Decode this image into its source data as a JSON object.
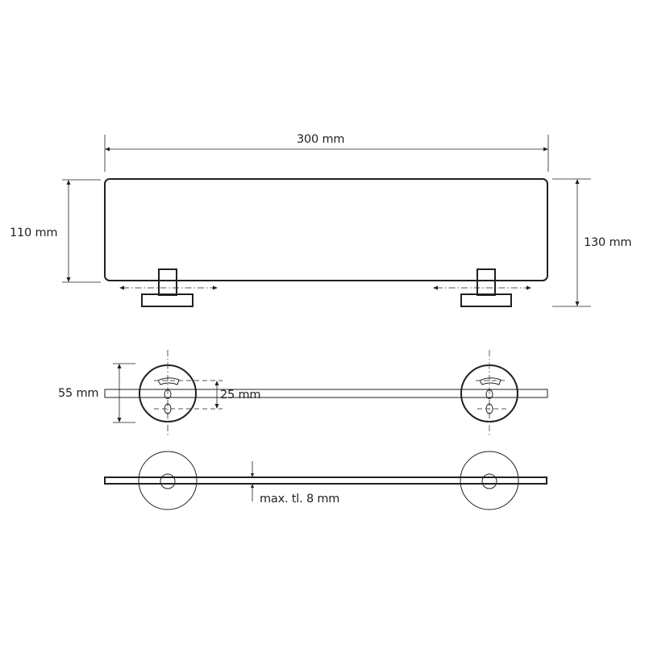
{
  "drawing": {
    "subject": "glass shelf with wall brackets",
    "colors": {
      "line": "#231f20",
      "background": "#ffffff"
    },
    "views": {
      "front": {
        "dimensions": {
          "width_label": "300 mm",
          "shelf_depth_label": "110 mm",
          "overall_depth_label": "130 mm"
        }
      },
      "wall_mount": {
        "dimensions": {
          "rosette_diameter_label": "55 mm",
          "hole_spacing_label": "25 mm"
        }
      },
      "side": {
        "dimensions": {
          "glass_thickness_label": "max. tl. 8 mm"
        }
      }
    }
  }
}
